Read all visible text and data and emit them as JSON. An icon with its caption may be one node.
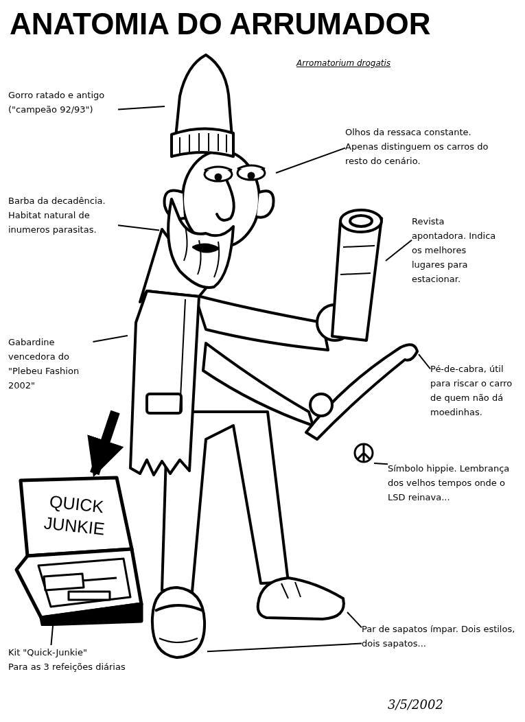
{
  "diagram": {
    "title": "ANATOMIA DO ARRUMADOR",
    "nodes": [
      {
        "text": [
          "Gorro ratado e antigo (\"campeão 92/93\")"
        ]
      },
      {
        "text": [],
        "shape": "picture"
      },
      {
        "text": [
          "Olhos da ressaca constante. Apenas distinguem os carros do resto do cenário."
        ]
      },
      {
        "text": [],
        "shape": "picture"
      },
      {
        "text": [
          "Barba da decadência. Habitat natural de inumeros parasitas."
        ]
      },
      {
        "text": [],
        "shape": "picture"
      },
      {
        "text": [
          "Revista apontadora. Indica os melhores lugares para estacionar."
        ]
      },
      {
        "text": [],
        "shape": "picture"
      },
      {
        "text": [
          "Gabardine vencedora do \"Plebeu Fashion 2002\""
        ]
      },
      {
        "text": [],
        "shape": "picture"
      },
      {
        "text": [
          "Pé-de-cabra, útil para riscar o carro de quem não dá moedinhas."
        ]
      },
      {
        "text": [],
        "shape": "picture"
      },
      {
        "text": [
          "Símbolo hippie. Lembrança dos velhos tempos onde o LSD reinava..."
        ]
      },
      {
        "text": [],
        "shape": "picture"
      },
      {
        "text": [
          "Par de sapatos ímpar. Dois estilos, dois sapatos..."
        ]
      },
      {
        "text": [],
        "shape": "picture"
      },
      {
        "text": [],
        "shape": "picture"
      },
      {
        "text": [
          "QUICK JUNKIE"
        ]
      },
      {
        "text": [
          "Kit \"Quick-Junkie\"",
          "Para as 3 refeições diárias"
        ]
      }
    ],
    "edges": [
      {
        "from": 0,
        "to": 1,
        "arrow": "none"
      },
      {
        "from": 2,
        "to": 3,
        "arrow": "none"
      },
      {
        "from": 4,
        "to": 5,
        "arrow": "none"
      },
      {
        "from": 6,
        "to": 7,
        "arrow": "none"
      },
      {
        "from": 8,
        "to": 9,
        "arrow": "none"
      },
      {
        "from": 10,
        "to": 11,
        "arrow": "none"
      },
      {
        "from": 12,
        "to": 13,
        "arrow": "none"
      },
      {
        "from": 14,
        "to": 15,
        "arrow": "none"
      },
      {
        "from": 14,
        "to": 16,
        "arrow": "none"
      },
      {
        "from": 18,
        "to": 17,
        "arrow": "none"
      },
      {
        "from": null,
        "to": 17,
        "arrow": "to",
        "style": "thick"
      }
    ],
    "labels": [
      "Arromatorium drogatis",
      "3/5/2002"
    ]
  }
}
